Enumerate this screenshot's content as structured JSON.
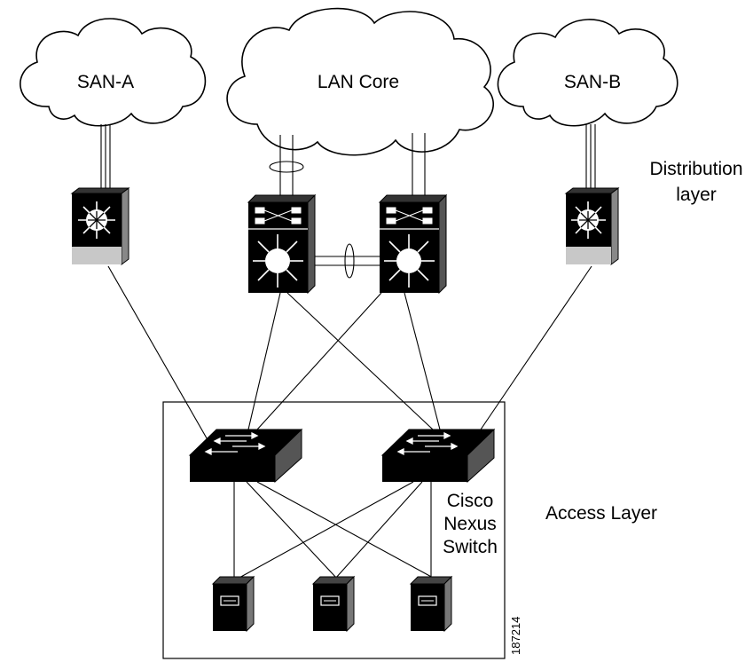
{
  "clouds": {
    "san_a": "SAN-A",
    "lan_core": "LAN Core",
    "san_b": "SAN-B"
  },
  "layers": {
    "distribution_line1": "Distribution",
    "distribution_line2": "layer",
    "access": "Access Layer"
  },
  "access_box": {
    "switch_line1": "Cisco",
    "switch_line2": "Nexus",
    "switch_line3": "Switch"
  },
  "figure_id": "187214",
  "colors": {
    "device_body": "#000000",
    "device_base": "#c8c8c8",
    "line": "#000000",
    "background": "#ffffff"
  }
}
